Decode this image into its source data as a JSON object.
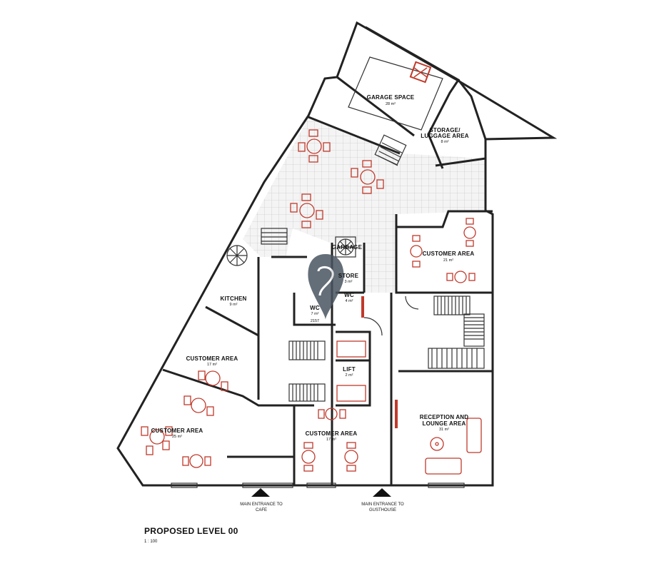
{
  "drawing": {
    "title": "PROPOSED LEVEL 00",
    "scale": "1 : 100"
  },
  "rooms": [
    {
      "id": "garage",
      "name": "GARAGE SPACE",
      "area": "28 m²"
    },
    {
      "id": "storage",
      "name_line1": "STORAGE/",
      "name_line2": "LUGGAGE AREA",
      "area": "8 m²"
    },
    {
      "id": "customer-ne",
      "name": "CUSTOMER AREA",
      "area": "21 m²"
    },
    {
      "id": "kitchen",
      "name": "KITCHEN",
      "area": "9 m²"
    },
    {
      "id": "store",
      "name": "STORE",
      "area": "3 m²"
    },
    {
      "id": "wc-1",
      "name": "WC",
      "area": "4 m²"
    },
    {
      "id": "wc-2",
      "name": "WC",
      "area": "7 m²"
    },
    {
      "id": "lift",
      "name": "LIFT",
      "area": "2 m²"
    },
    {
      "id": "customer-w",
      "name": "CUSTOMER AREA",
      "area": "17 m²"
    },
    {
      "id": "customer-sw",
      "name": "CUSTOMER AREA",
      "area": "25 m²"
    },
    {
      "id": "customer-s",
      "name": "CUSTOMER AREA",
      "area": "17 m²"
    },
    {
      "id": "reception",
      "name_line1": "RECEPTION AND",
      "name_line2": "LOUNGE AREA",
      "area": "31 m²"
    }
  ],
  "labels": {
    "garbage": "GARBAGE",
    "dim": "2157"
  },
  "entrances": [
    {
      "line1": "MAIN ENTRANCE TO",
      "line2": "CAFE"
    },
    {
      "line1": "MAIN ENTRANCE TO",
      "line2": "GUSTHOUSE"
    }
  ],
  "colors": {
    "wall": "#222222",
    "furniture": "#c0392b",
    "watermark": "#4a5561"
  }
}
